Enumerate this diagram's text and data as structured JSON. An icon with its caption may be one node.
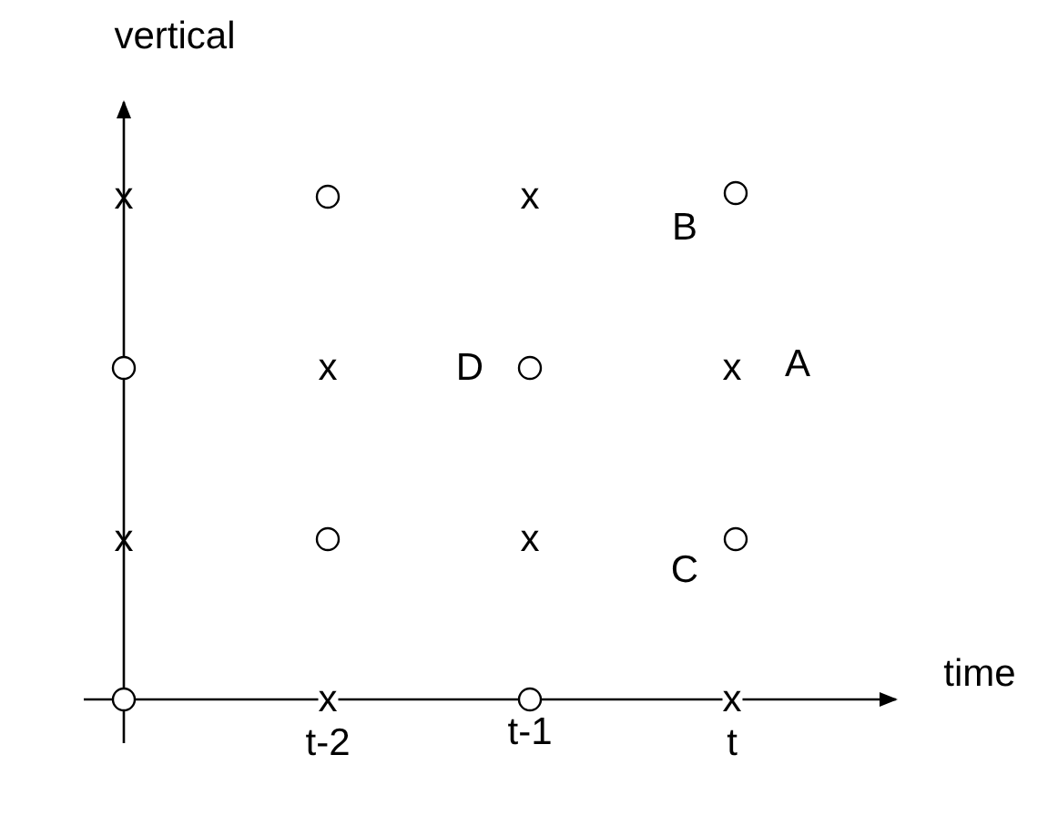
{
  "diagram": {
    "labels": [
      "vertical",
      "x",
      "x",
      "B",
      "x",
      "D",
      "x",
      "A",
      "x",
      "x",
      "C",
      "x",
      "x",
      "time",
      "t-2",
      "t-1",
      "t"
    ]
  }
}
